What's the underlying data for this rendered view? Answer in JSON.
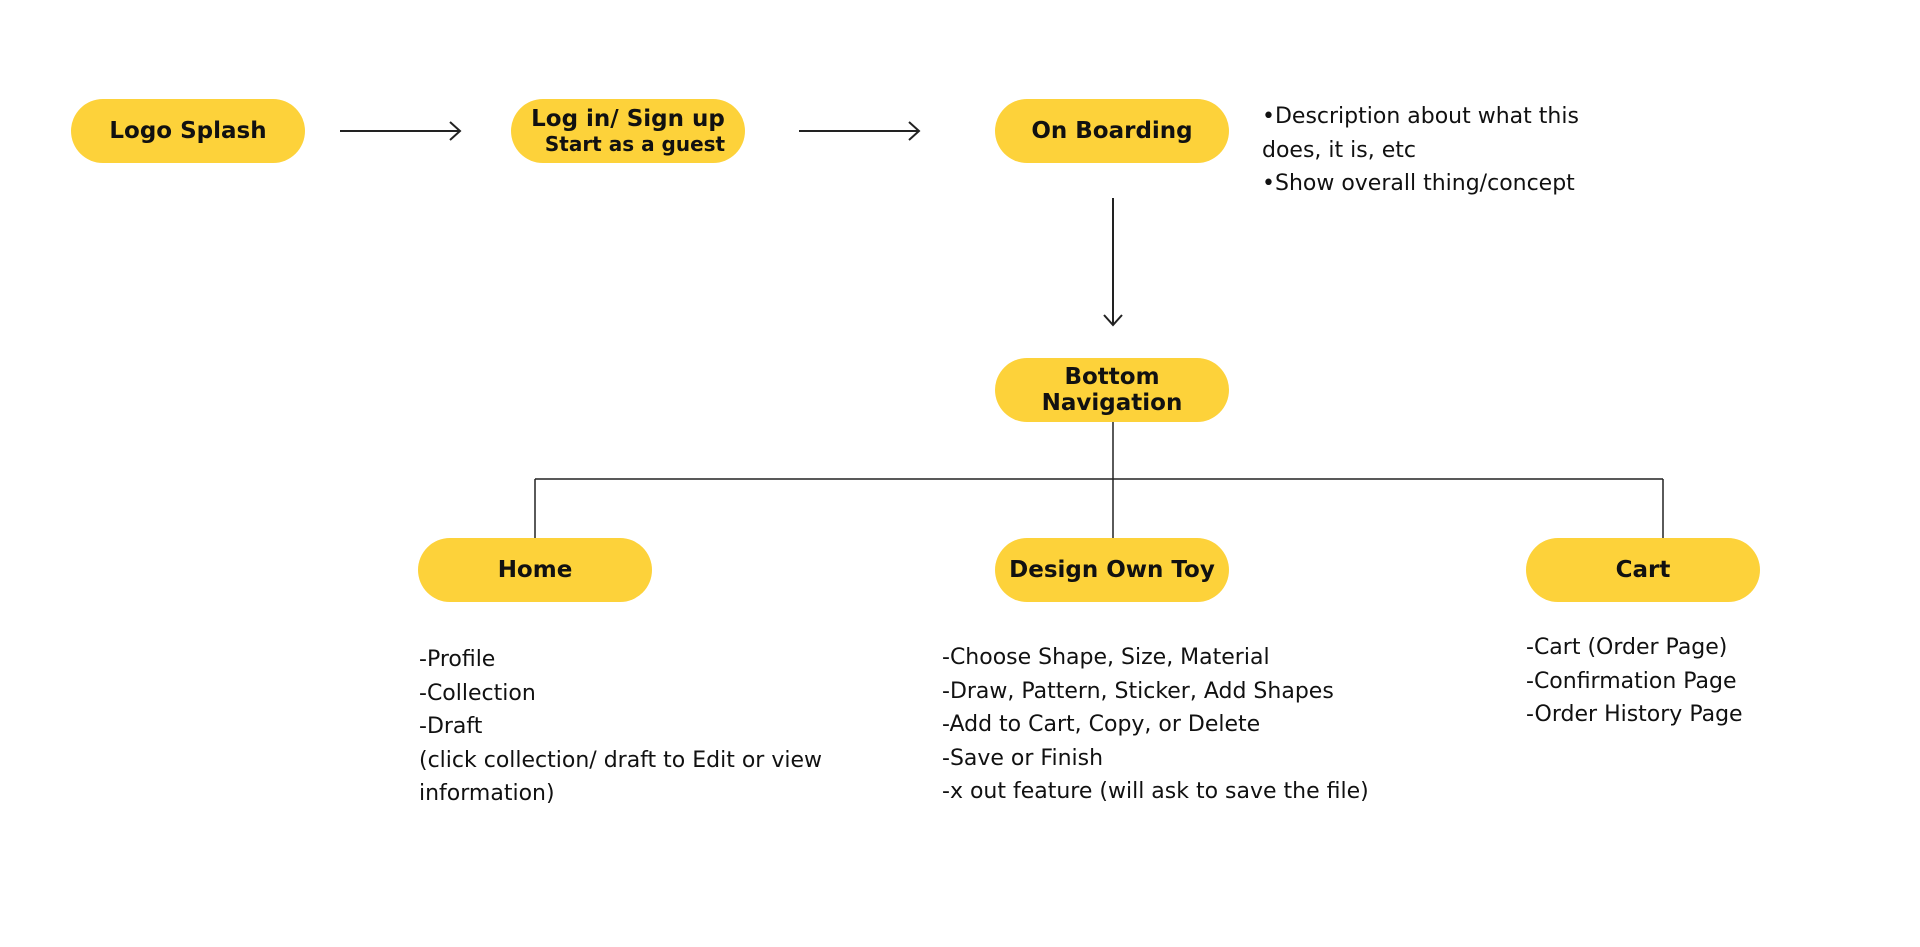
{
  "colors": {
    "node_fill": "#FDD23A",
    "line": "#222222",
    "text": "#111111",
    "background": "#FFFFFF"
  },
  "nodes": {
    "logo_splash": "Logo Splash",
    "login_line1": "Log in/ Sign up",
    "login_line2": "Start as a guest",
    "onboarding": "On Boarding",
    "bottom_nav": "Bottom Navigation",
    "home": "Home",
    "design": "Design Own Toy",
    "cart": "Cart"
  },
  "notes": {
    "onboarding": [
      "•Description about what this",
      "does, it is, etc",
      "•Show overall thing/concept"
    ],
    "home": [
      "-Profile",
      "-Collection",
      "-Draft",
      "(click collection/ draft to Edit or view",
      "information)"
    ],
    "design": [
      "-Choose Shape, Size, Material",
      "-Draw, Pattern, Sticker, Add Shapes",
      "-Add to Cart, Copy, or Delete",
      "-Save or Finish",
      "-x out feature (will ask to save the file)"
    ],
    "cart": [
      "-Cart (Order Page)",
      "-Confirmation Page",
      "-Order History Page"
    ]
  }
}
